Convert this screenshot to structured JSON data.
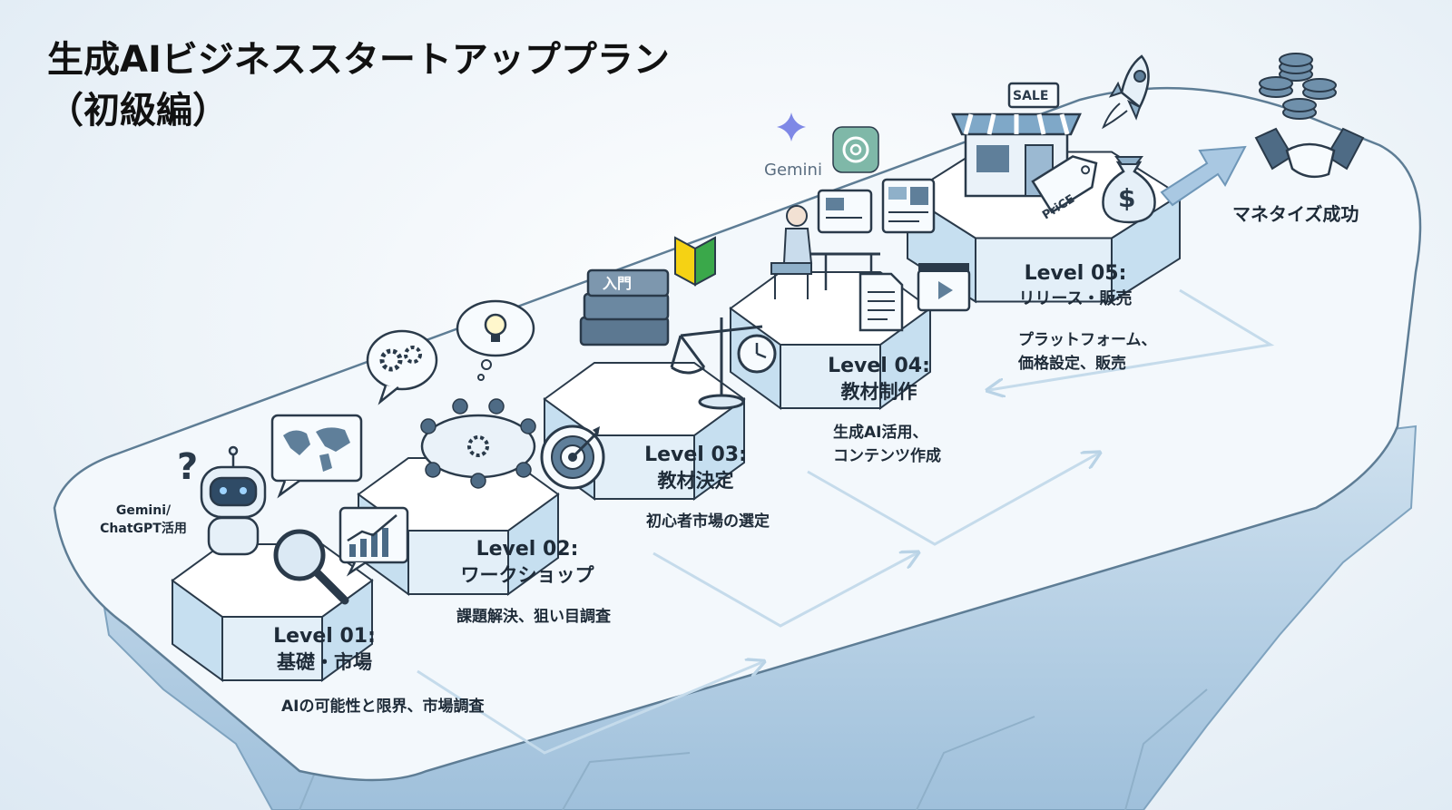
{
  "title": {
    "line1": "生成AIビジネススタートアッププラン",
    "line2": "（初級編）"
  },
  "steps": [
    {
      "level": "Level 01:",
      "name": "基礎・市場",
      "description": "AIの可能性と限界、市場調査"
    },
    {
      "level": "Level 02:",
      "name": "ワークショップ",
      "description": "課題解決、狙い目調査"
    },
    {
      "level": "Level 03:",
      "name": "教材決定",
      "description": "初心者市場の選定"
    },
    {
      "level": "Level 04:",
      "name": "教材制作",
      "description": "生成AI活用、\nコンテンツ作成"
    },
    {
      "level": "Level 05:",
      "name": "リリース・販売",
      "description": "プラットフォーム、\n価格設定、販売"
    }
  ],
  "callouts": {
    "robot_note": "Gemini/\nChatGPT活用",
    "gemini_logo": "Gemini",
    "book_label": "入門",
    "store_sign": "SALE",
    "price_tag": "PriCE",
    "money_symbol": "$"
  },
  "goal": {
    "label": "マネタイズ成功"
  },
  "colors": {
    "accent": "#9cc3e3",
    "hex_top": "#ffffff",
    "hex_side": "#c6dff0",
    "outline": "#2a3a4a",
    "platform": "#eef5fb"
  },
  "icons": [
    "robot-icon",
    "question-mark-icon",
    "world-map-icon",
    "magnifier-icon",
    "growth-chart-icon",
    "gears-icon",
    "lightbulb-icon",
    "team-meeting-icon",
    "target-icon",
    "books-icon",
    "beginner-mark-icon",
    "balance-scale-icon",
    "clock-icon",
    "person-at-computer-icon",
    "gemini-icon",
    "chatgpt-icon",
    "document-icon",
    "video-icon",
    "store-icon",
    "rocket-icon",
    "price-tag-icon",
    "money-bag-icon",
    "coins-icon",
    "handshake-icon",
    "arrow-icon"
  ]
}
